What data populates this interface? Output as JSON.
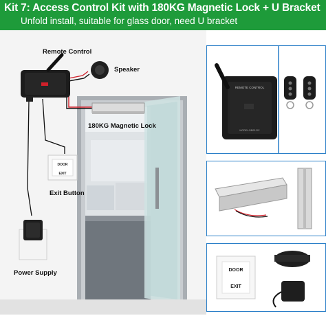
{
  "banner": {
    "title": "Kit 7: Access Control Kit with 180KG Magnetic Lock + U Bracket",
    "subtitle": "Unfold install, suitable for glass door, need U bracket",
    "background": "#1e9b3a"
  },
  "diagram": {
    "remote_control_label": "Remote Control",
    "speaker_label": "Speaker",
    "magnetic_lock_label": "180KG Magnetic Lock",
    "exit_button_label": "Exit Button",
    "power_supply_label": "Power Supply",
    "exit_button_top": "DOOR",
    "exit_button_bottom": "EXIT"
  },
  "panels": {
    "controller_text": "REMOTE CONTROL",
    "controller_model": "MODEL:DB03-RC",
    "exit_plate_top": "DOOR",
    "exit_plate_bottom": "EXIT"
  },
  "colors": {
    "panel_border": "#2a7fc8",
    "wire_red": "#d0202a",
    "wire_black": "#111111"
  }
}
